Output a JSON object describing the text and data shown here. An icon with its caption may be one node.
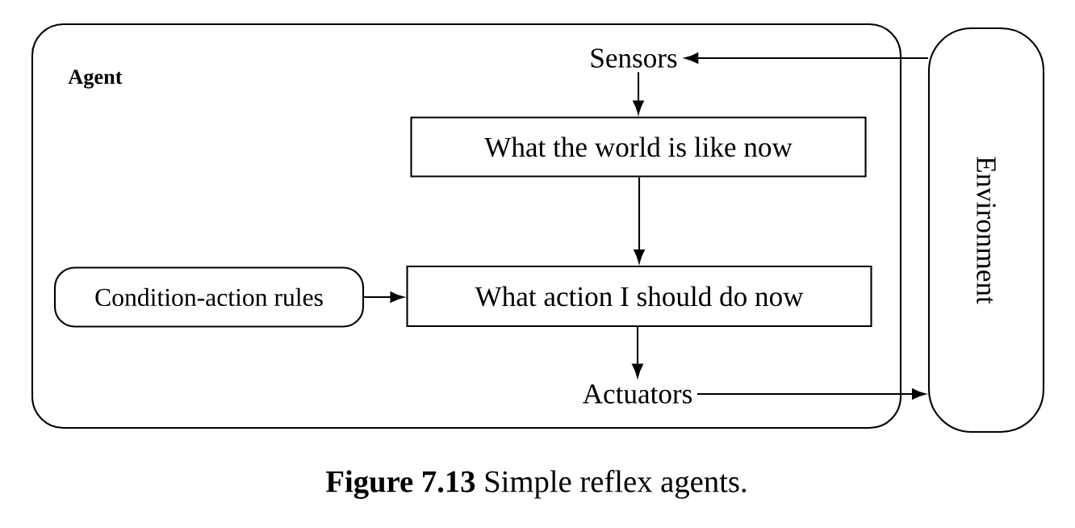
{
  "diagram": {
    "caption": "**Figure 7.13** Simple reflex agents.",
    "nodes": [
      {
        "text": [
          "Agent"
        ]
      },
      {
        "text": [
          "Sensors"
        ],
        "in": 0
      },
      {
        "text": [
          "What the world is like now"
        ],
        "in": 0
      },
      {
        "text": [
          "Condition-action rules"
        ],
        "in": 0
      },
      {
        "text": [
          "What action I should do now"
        ],
        "in": 0
      },
      {
        "text": [
          "Actuators"
        ],
        "in": 0
      },
      {
        "text": [
          "Environment"
        ]
      }
    ],
    "edges": [
      {
        "from": 6,
        "to": 1,
        "arrow": "to"
      },
      {
        "from": 1,
        "to": 2,
        "arrow": "to"
      },
      {
        "from": 2,
        "to": 4,
        "arrow": "to"
      },
      {
        "from": 3,
        "to": 4,
        "arrow": "to"
      },
      {
        "from": 4,
        "to": 5,
        "arrow": "to"
      },
      {
        "from": 5,
        "to": 6,
        "arrow": "to"
      }
    ]
  }
}
